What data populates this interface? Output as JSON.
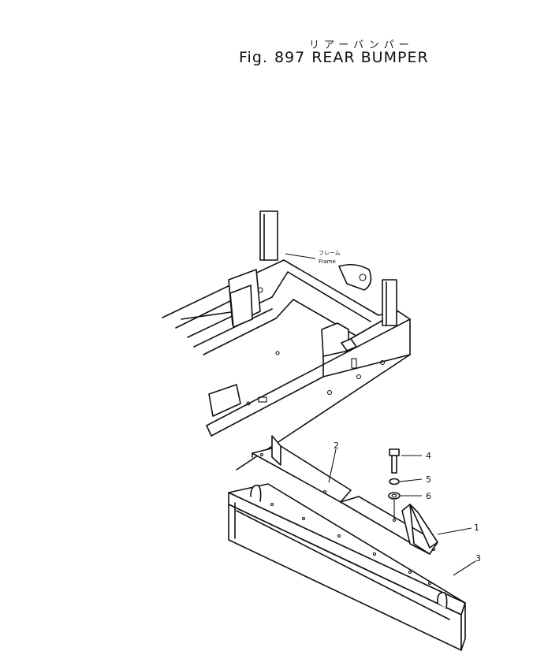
{
  "title": {
    "japanese": "リアーバンパー",
    "fig_label": "Fig.",
    "fig_number": "897",
    "english": "REAR BUMPER"
  },
  "annotation": {
    "frame_jp": "フレーム",
    "frame_en": "Frame"
  },
  "part_labels": [
    "1",
    "2",
    "3",
    "4",
    "5",
    "6"
  ]
}
